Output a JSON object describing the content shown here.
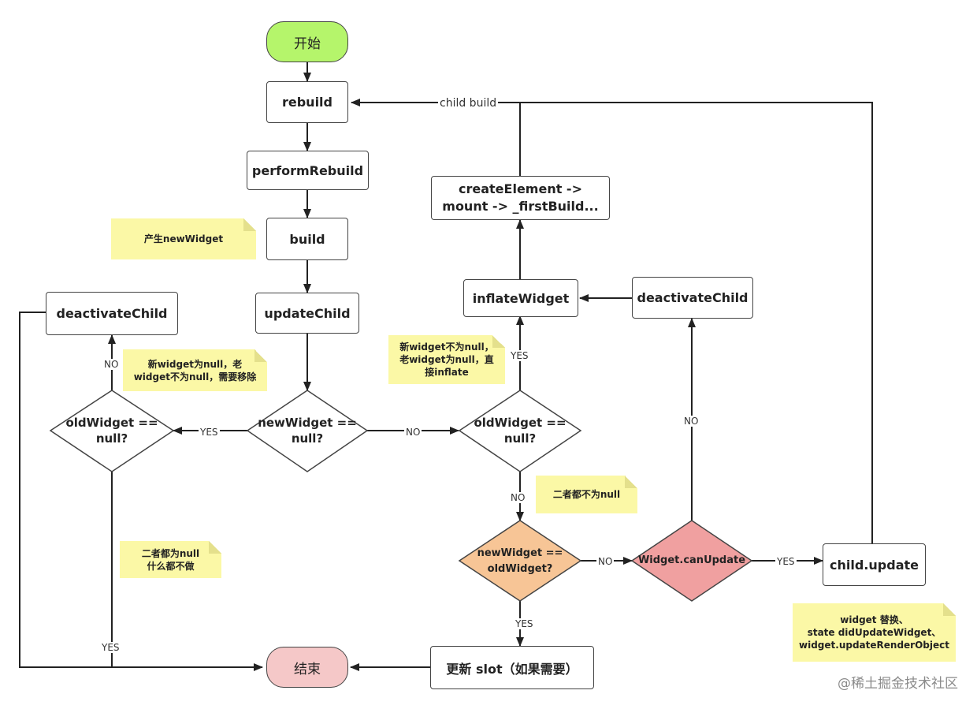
{
  "nodes": {
    "start": "开始",
    "rebuild": "rebuild",
    "perform_rebuild": "performRebuild",
    "build": "build",
    "update_child": "updateChild",
    "new_widget_null": "newWidget ==\nnull?",
    "old_widget_null_left": "oldWidget ==\nnull?",
    "old_widget_null_right": "oldWidget ==\nnull?",
    "deactivate_child_left": "deactivateChild",
    "deactivate_child_right": "deactivateChild",
    "inflate_widget": "inflateWidget",
    "create_element": "createElement ->\nmount -> _firstBuild...",
    "new_equals_old": "newWidget ==\noldWidget?",
    "can_update": "Widget.canUpdate",
    "child_update": "child.update",
    "update_slot": "更新 slot（如果需要）",
    "end": "结束"
  },
  "notes": {
    "produce_new_widget": "产生newWidget",
    "new_null_old_not_null": "新widget为null，老\nwidget不为null，需要移除",
    "new_not_null_old_null": "新widget不为null，\n老widget为null，直\n接inflate",
    "both_not_null": "二者都不为null",
    "both_null": "二者都为null\n什么都不做",
    "widget_replace": "widget 替换、\nstate didUpdateWidget、\nwidget.updateRenderObject"
  },
  "edge_labels": {
    "yes_left": "YES",
    "no_right": "NO",
    "no_up_left": "NO",
    "yes_down_left": "YES",
    "yes_up_right": "YES",
    "no_down_right": "NO",
    "no_to_can_update": "NO",
    "no_up_deactivate": "NO",
    "yes_to_child_update": "YES",
    "yes_down_slot": "YES",
    "child_build": "child build"
  },
  "colors": {
    "start_fill": "#b5f56b",
    "end_fill": "#f5c8c8",
    "new_equals_old_fill": "#f7c596",
    "can_update_fill": "#f0a0a0",
    "note_fill": "#fbf8a6"
  },
  "watermark": "@稀土掘金技术社区"
}
